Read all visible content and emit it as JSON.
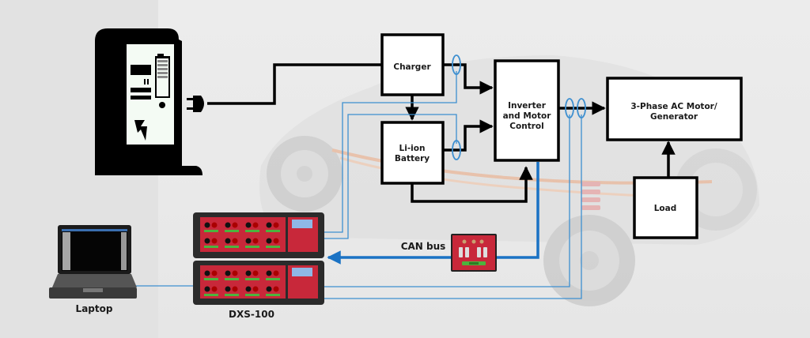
{
  "diagram": {
    "title": "EV powertrain test setup with DXS-100",
    "nodes": {
      "charging_station": {
        "label": "",
        "icon": "ev-charging-station-icon"
      },
      "charger": {
        "label": "Charger"
      },
      "battery": {
        "lines": [
          "Li-ion",
          "Battery"
        ]
      },
      "inverter": {
        "lines": [
          "Inverter",
          "and Motor",
          "Control"
        ]
      },
      "motor": {
        "lines": [
          "3-Phase AC Motor/",
          "Generator"
        ]
      },
      "load": {
        "label": "Load"
      },
      "can_module": {
        "label": "CAN bus"
      },
      "dxs": {
        "label": "DXS-100"
      },
      "laptop": {
        "label": "Laptop"
      }
    },
    "edges": [
      {
        "from": "charging_station",
        "to": "charger",
        "type": "power"
      },
      {
        "from": "charger",
        "to": "battery",
        "type": "power"
      },
      {
        "from": "charger",
        "to": "inverter",
        "type": "power"
      },
      {
        "from": "battery",
        "to": "inverter",
        "type": "power"
      },
      {
        "from": "battery",
        "to": "inverter",
        "type": "power-return"
      },
      {
        "from": "inverter",
        "to": "motor",
        "type": "power"
      },
      {
        "from": "load",
        "to": "motor",
        "type": "mechanical"
      },
      {
        "from": "inverter",
        "to": "dxs",
        "type": "can-bus"
      },
      {
        "from": "charger",
        "to": "dxs",
        "type": "current-probe"
      },
      {
        "from": "battery",
        "to": "dxs",
        "type": "current-probe"
      },
      {
        "from": "inverter-output",
        "to": "dxs",
        "type": "current-probe"
      },
      {
        "from": "inverter-output",
        "to": "dxs",
        "type": "current-probe"
      },
      {
        "from": "laptop",
        "to": "dxs",
        "type": "data-link"
      }
    ],
    "colors": {
      "power_line": "#000000",
      "probe_line": "#3d8fd0",
      "can_line": "#1a72c4",
      "box_fill": "#ffffff",
      "device_red": "#c8283a"
    }
  }
}
